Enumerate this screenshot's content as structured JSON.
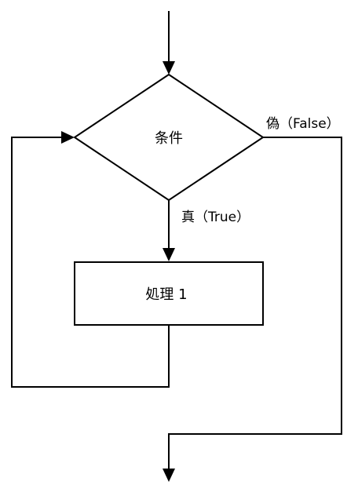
{
  "diagram": {
    "decision": {
      "label": "条件"
    },
    "process": {
      "label": "処理 1"
    },
    "edges": {
      "true_label": "真（True）",
      "false_label": "偽（False）"
    }
  }
}
